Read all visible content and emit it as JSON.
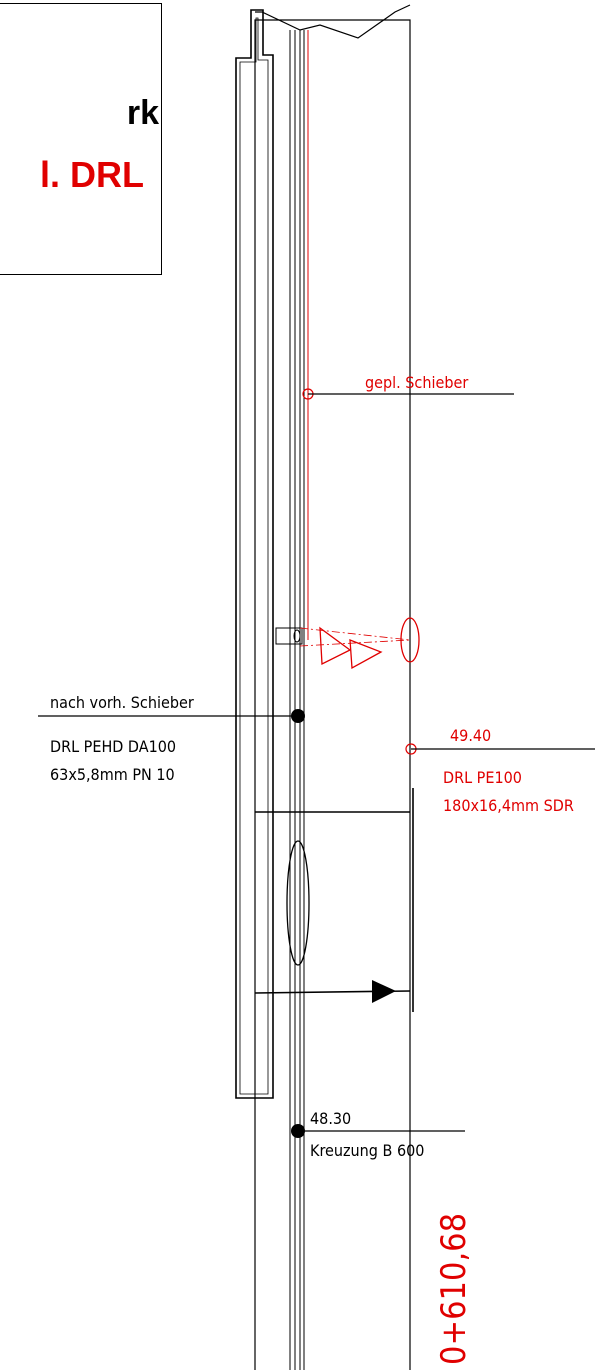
{
  "title_block": {
    "line1": "rk",
    "line2": "l. DRL"
  },
  "labels": {
    "valve_planned": "gepl. Schieber",
    "after_valve": "nach vorh. Schieber",
    "old_pipe_1": "DRL PEHD DA100",
    "old_pipe_2": "63x5,8mm PN 10",
    "new_station": "49.40",
    "new_pipe_1": "DRL PE100",
    "new_pipe_2": "180x16,4mm SDR",
    "crossing_station": "48.30",
    "crossing": "Kreuzung B 600",
    "chainage": "0+610,68"
  },
  "colors": {
    "line": "#000000",
    "planned": "#e00000"
  }
}
